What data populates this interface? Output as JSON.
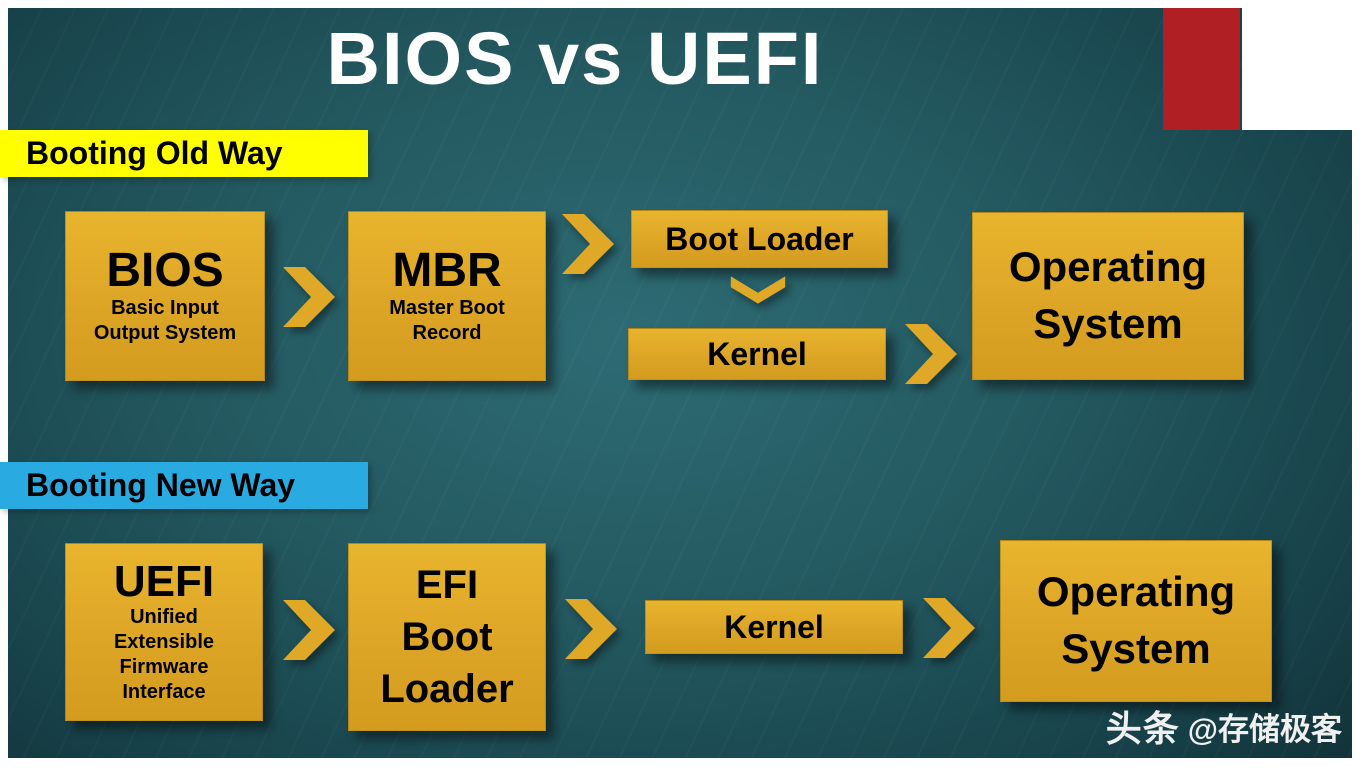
{
  "slide": {
    "title": "BIOS vs UEFI",
    "watermark_logo": "头条",
    "watermark_handle": "@存储极客"
  },
  "old_way": {
    "banner": "Booting Old Way",
    "bios_title": "BIOS",
    "bios_sub1": "Basic Input",
    "bios_sub2": "Output System",
    "mbr_title": "MBR",
    "mbr_sub1": "Master Boot",
    "mbr_sub2": "Record",
    "boot_loader": "Boot Loader",
    "kernel": "Kernel",
    "os1": "Operating",
    "os2": "System"
  },
  "new_way": {
    "banner": "Booting New Way",
    "uefi_title": "UEFI",
    "uefi_sub1": "Unified",
    "uefi_sub2": "Extensible",
    "uefi_sub3": "Firmware",
    "uefi_sub4": "Interface",
    "efi1": "EFI",
    "efi2": "Boot",
    "efi3": "Loader",
    "kernel": "Kernel",
    "os1": "Operating",
    "os2": "System"
  },
  "colors": {
    "gold": "#DFA927",
    "banner_old": "#FFFF00",
    "banner_new": "#29ABE2",
    "accent_red": "#B01F24",
    "background_teal": "#23585F"
  }
}
